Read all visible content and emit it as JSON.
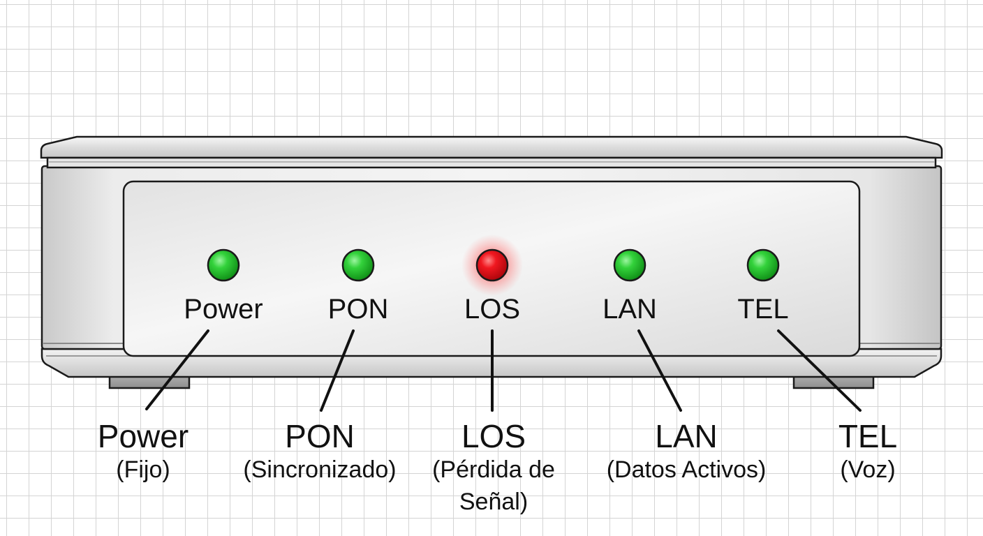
{
  "device": {
    "leds": [
      {
        "id": "power",
        "label": "Power",
        "status": "green",
        "callout_title": "Power",
        "callout_lines": [
          "(Fijo)"
        ]
      },
      {
        "id": "pon",
        "label": "PON",
        "status": "green",
        "callout_title": "PON",
        "callout_lines": [
          "(Sincronizado)"
        ]
      },
      {
        "id": "los",
        "label": "LOS",
        "status": "red",
        "callout_title": "LOS",
        "callout_lines": [
          "(Pérdida de",
          "Señal)"
        ]
      },
      {
        "id": "lan",
        "label": "LAN",
        "status": "green",
        "callout_title": "LAN",
        "callout_lines": [
          "(Datos Activos)"
        ]
      },
      {
        "id": "tel",
        "label": "TEL",
        "status": "green",
        "callout_title": "TEL",
        "callout_lines": [
          "(Voz)"
        ]
      }
    ]
  },
  "colors": {
    "led_green": "#22c02a",
    "led_red": "#e8141c",
    "outline": "#1a1a1a",
    "housing": "#ececec"
  }
}
